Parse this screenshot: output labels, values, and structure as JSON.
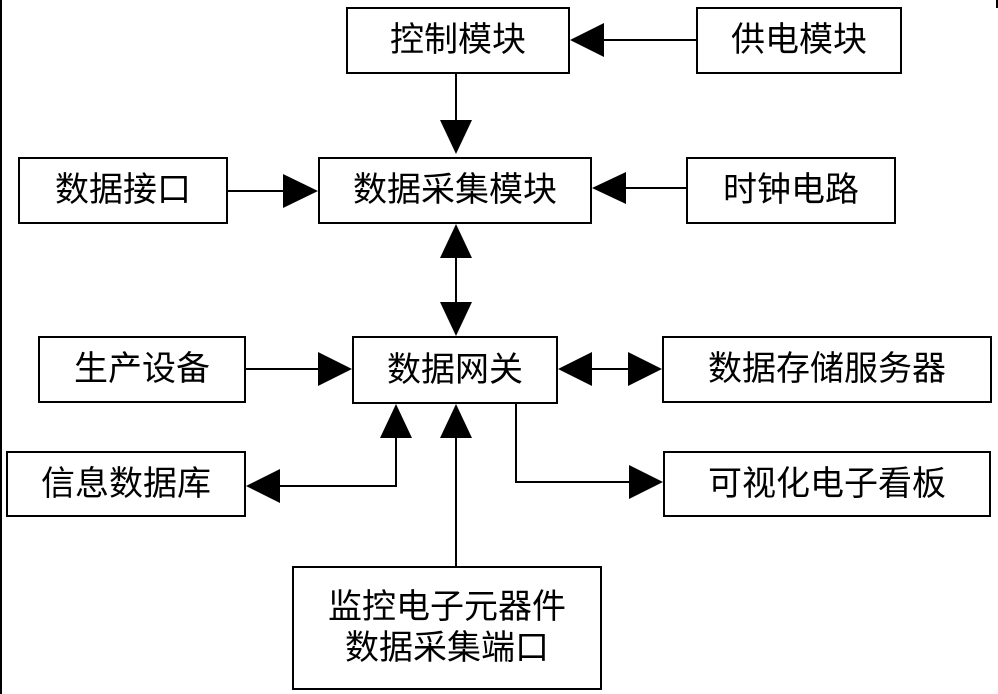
{
  "nodes": {
    "control_module": "控制模块",
    "power_module": "供电模块",
    "data_interface": "数据接口",
    "data_acquisition_module": "数据采集模块",
    "clock_circuit": "时钟电路",
    "production_equipment": "生产设备",
    "data_gateway": "数据网关",
    "data_storage_server": "数据存储服务器",
    "info_database": "信息数据库",
    "visual_board": "可视化电子看板",
    "monitor_port_line1": "监控电子元器件",
    "monitor_port_line2": "数据采集端口"
  },
  "colors": {
    "stroke": "#000000",
    "background": "#ffffff"
  },
  "edges": [
    {
      "from": "power_module",
      "to": "control_module",
      "arrow": "single"
    },
    {
      "from": "control_module",
      "to": "data_acquisition_module",
      "arrow": "single"
    },
    {
      "from": "data_interface",
      "to": "data_acquisition_module",
      "arrow": "single"
    },
    {
      "from": "clock_circuit",
      "to": "data_acquisition_module",
      "arrow": "single"
    },
    {
      "from": "data_acquisition_module",
      "to": "data_gateway",
      "arrow": "double"
    },
    {
      "from": "production_equipment",
      "to": "data_gateway",
      "arrow": "single"
    },
    {
      "from": "data_gateway",
      "to": "data_storage_server",
      "arrow": "double"
    },
    {
      "from": "data_gateway",
      "to": "info_database",
      "arrow": "double"
    },
    {
      "from": "monitor_port",
      "to": "data_gateway",
      "arrow": "single"
    },
    {
      "from": "data_gateway",
      "to": "visual_board",
      "arrow": "single"
    }
  ]
}
